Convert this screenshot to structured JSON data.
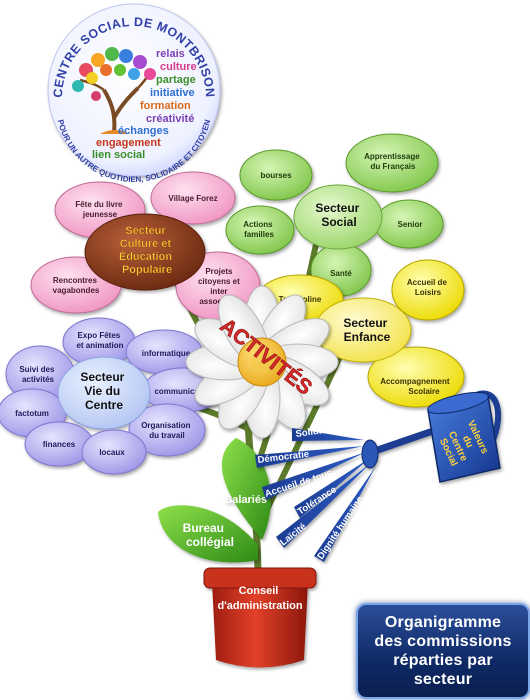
{
  "logo": {
    "arc_top": "CENTRE SOCIAL DE MONTBRISON",
    "arc_bottom": "POUR UN AUTRE QUOTIDIEN, SOLIDAIRE ET CITOYEN",
    "words": [
      "relais",
      "culture",
      "partage",
      "initiative",
      "formation",
      "créativité",
      "échanges",
      "engagement",
      "lien social"
    ],
    "word_colors": [
      "#7b3fb2",
      "#d43a8a",
      "#3a8f2a",
      "#2f6fd0",
      "#d96a1a",
      "#7b3fb2",
      "#2f6fd0",
      "#c7361c",
      "#3a8f2a"
    ]
  },
  "center_flower": {
    "label": "ACTIVITÉS"
  },
  "culture": {
    "title": [
      "Secteur",
      "Culture et",
      "Éducation",
      "Populaire"
    ],
    "petals": {
      "fete_livre": [
        "Fête du livre",
        "jeunesse"
      ],
      "village_forez": [
        "Village Forez"
      ],
      "rencontres": [
        "Rencontres",
        "vagabondes"
      ],
      "projets": [
        "Projets",
        "citoyens et",
        "inter",
        "associatifs"
      ]
    }
  },
  "social": {
    "title": [
      "Secteur",
      "Social"
    ],
    "petals": {
      "apprentissage": [
        "Apprentissage",
        "du Français"
      ],
      "bourses": [
        "bourses"
      ],
      "actions_familles": [
        "Actions",
        "familles"
      ],
      "senior": [
        "Senior"
      ],
      "sante": [
        "Santé"
      ]
    }
  },
  "enfance": {
    "title": [
      "Secteur",
      "Enfance"
    ],
    "petals": {
      "trampoline": [
        "Trampoline"
      ],
      "accueil_loisirs": [
        "Accueil de",
        "Loisirs"
      ],
      "accompagnement": [
        "Accompagnement",
        "Scolaire"
      ]
    }
  },
  "vie": {
    "title": [
      "Secteur",
      "Vie du",
      "Centre"
    ],
    "petals": {
      "expo": [
        "Expo Fêtes",
        "et animation"
      ],
      "informatique": [
        "informatique"
      ],
      "suivi": [
        "Suivi des",
        "activités"
      ],
      "communication": [
        "communication"
      ],
      "factotum": [
        "factotum"
      ],
      "organisation": [
        "Organisation",
        "du travail"
      ],
      "finances": [
        "finances"
      ],
      "locaux": [
        "locaux"
      ]
    }
  },
  "leaves": {
    "salaries": "Salariés",
    "bureau": [
      "Bureau",
      "collégial"
    ]
  },
  "pot": {
    "label": [
      "Conseil",
      "d'administration"
    ]
  },
  "watering_can": {
    "label": [
      "Valeurs",
      "du",
      "Centre",
      "Social"
    ]
  },
  "values": [
    "Solidarité",
    "Démocratie",
    "Accueil de tous",
    "Tolérance",
    "Laïcité",
    "Dignité humaine"
  ],
  "title_box": [
    "Organigramme",
    "des commissions",
    "réparties par",
    "secteur"
  ],
  "colors": {
    "culture_petal": "#f7b2d4",
    "culture_center": "#8b3a1e",
    "social_petal": "#9fd96a",
    "enfance_petal": "#f5f03a",
    "vie_petal": "#b9b3ef",
    "activites_text": "#d42a2a",
    "pot": "#d4301c",
    "can": "#2a57b8",
    "title_box": "#1a3c80"
  }
}
